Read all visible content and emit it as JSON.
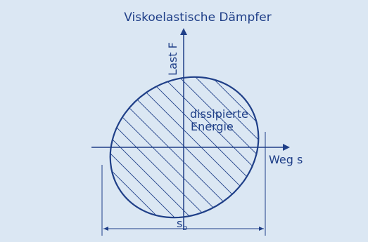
{
  "title": "Viskoelastische Dämpfer",
  "y_axis_label": "Last F",
  "x_axis_label": "Weg s",
  "area_label_line1": "dissipierte",
  "area_label_line2": "Energie",
  "dimension_label_main": "s",
  "dimension_label_sub": "b",
  "colors": {
    "background": "#dbe7f3",
    "line": "#1f3f88",
    "text": "#1f3f88"
  }
}
